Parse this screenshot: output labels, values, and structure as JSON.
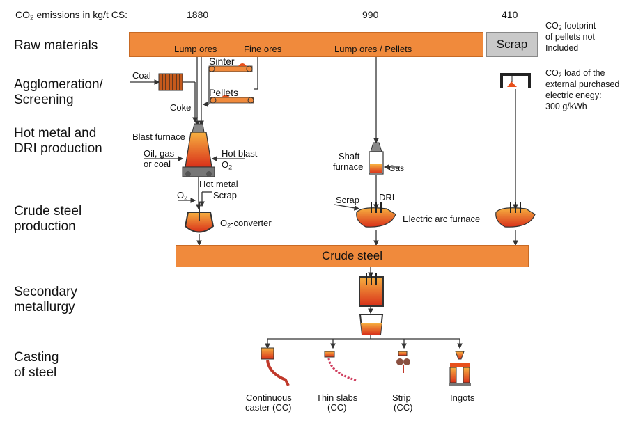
{
  "header": {
    "emissions_label_prefix": "CO",
    "emissions_label_suffix": " emissions in kg/t CS:",
    "route_blast_furnace_value": "1880",
    "route_dri_value": "990",
    "route_scrap_value": "410"
  },
  "stages": {
    "raw_materials": "Raw materials",
    "agglomeration_1": "Agglomeration/",
    "agglomeration_2": "Screening",
    "hot_metal_1": "Hot metal and",
    "hot_metal_2": "DRI production",
    "crude_steel_1": "Crude steel",
    "crude_steel_2": "production",
    "secondary_1": "Secondary",
    "secondary_2": "metallurgy",
    "casting_1": "Casting",
    "casting_2": "of steel"
  },
  "raw_bar": {
    "lump_ores": "Lump ores",
    "fine_ores": "Fine ores",
    "lump_ores_pellets": "Lump ores / Pellets",
    "scrap": "Scrap"
  },
  "notes": {
    "footprint_1_prefix": "CO",
    "footprint_1_suffix": " footprint",
    "footprint_2": "of pellets not",
    "footprint_3": "Included",
    "load_1_prefix": "CO",
    "load_1_suffix": " load of the",
    "load_2": "external purchased",
    "load_3": "electric enegy:",
    "load_4": "300 g/kWh"
  },
  "labels": {
    "coal": "Coal",
    "sinter": "Sinter",
    "pellets": "Pellets",
    "coke": "Coke",
    "blast_furnace": "Blast furnace",
    "oil_gas": "Oil, gas",
    "or_coal": "or coal",
    "hot_blast": "Hot blast",
    "o2_blast": "O",
    "hot_metal": "Hot metal",
    "o2_converter_in": "O",
    "scrap_converter": "Scrap",
    "o2_converter_prefix": "O",
    "o2_converter_suffix": "-converter",
    "shaft_1": "Shaft",
    "shaft_2": "furnace",
    "gas": "Gas",
    "scrap_eaf": "Scrap",
    "dri": "DRI",
    "electric_arc_furnace": "Electric arc furnace",
    "crude_steel": "Crude steel"
  },
  "casting": {
    "cc_1": "Continuous",
    "cc_2": "caster (CC)",
    "thin_1": "Thin slabs",
    "thin_2": "(CC)",
    "strip_1": "Strip",
    "strip_2": "(CC)",
    "ingots": "Ingots"
  },
  "colors": {
    "bar_orange": "#f08a3c",
    "scrap_grey": "#c9c9c9",
    "molten": "#e8501c",
    "line": "#333333"
  }
}
